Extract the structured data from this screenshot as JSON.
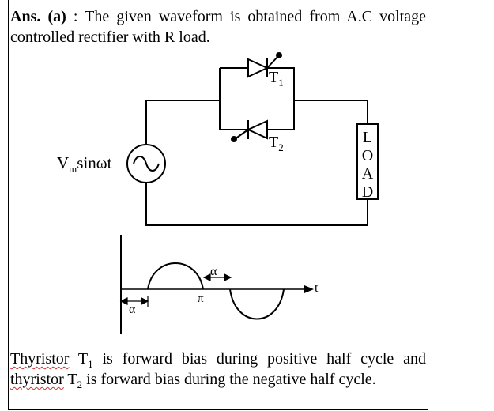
{
  "answer": {
    "label": "Ans. (a)",
    "text": " : The given waveform is obtained from A.C voltage controlled rectifier with R load."
  },
  "circuit": {
    "source_label": "V",
    "source_sub": "m",
    "source_tail": "sinωt",
    "t1_label": "T",
    "t1_sub": "1",
    "t2_label": "T",
    "t2_sub": "2",
    "load_letters": [
      "L",
      "O",
      "A",
      "D"
    ]
  },
  "waveform": {
    "alpha_top": "α",
    "alpha_bottom": "α",
    "pi_label": "π",
    "t_label": "t"
  },
  "explanation": {
    "w1": "Thyristor",
    "p1": " T",
    "s1": "1",
    "p2": " is forward bias during positive half cycle and ",
    "w2": "thyristor",
    "p3": " T",
    "s2": "2",
    "p4": " is forward bias during the negative half cycle."
  }
}
